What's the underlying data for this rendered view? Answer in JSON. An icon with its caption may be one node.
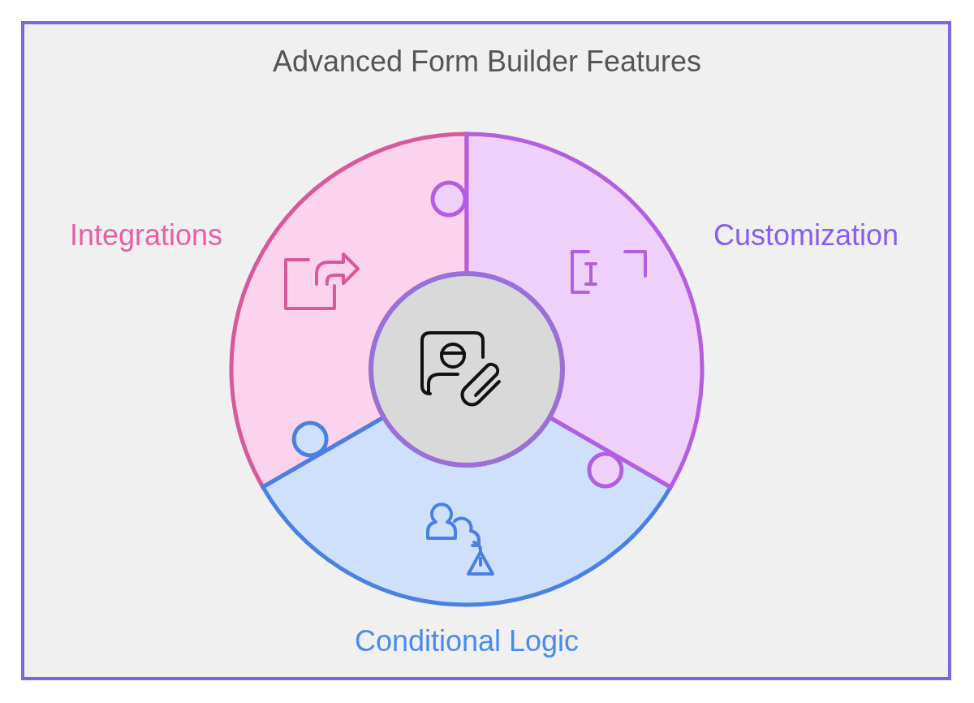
{
  "diagram": {
    "title": "Advanced Form Builder Features",
    "nodes": [
      {
        "text": [
          "Integrations"
        ]
      },
      {
        "text": [
          "Customization"
        ]
      },
      {
        "text": [
          "Conditional Logic"
        ]
      },
      {
        "text": [],
        "shape": "circle"
      }
    ]
  }
}
